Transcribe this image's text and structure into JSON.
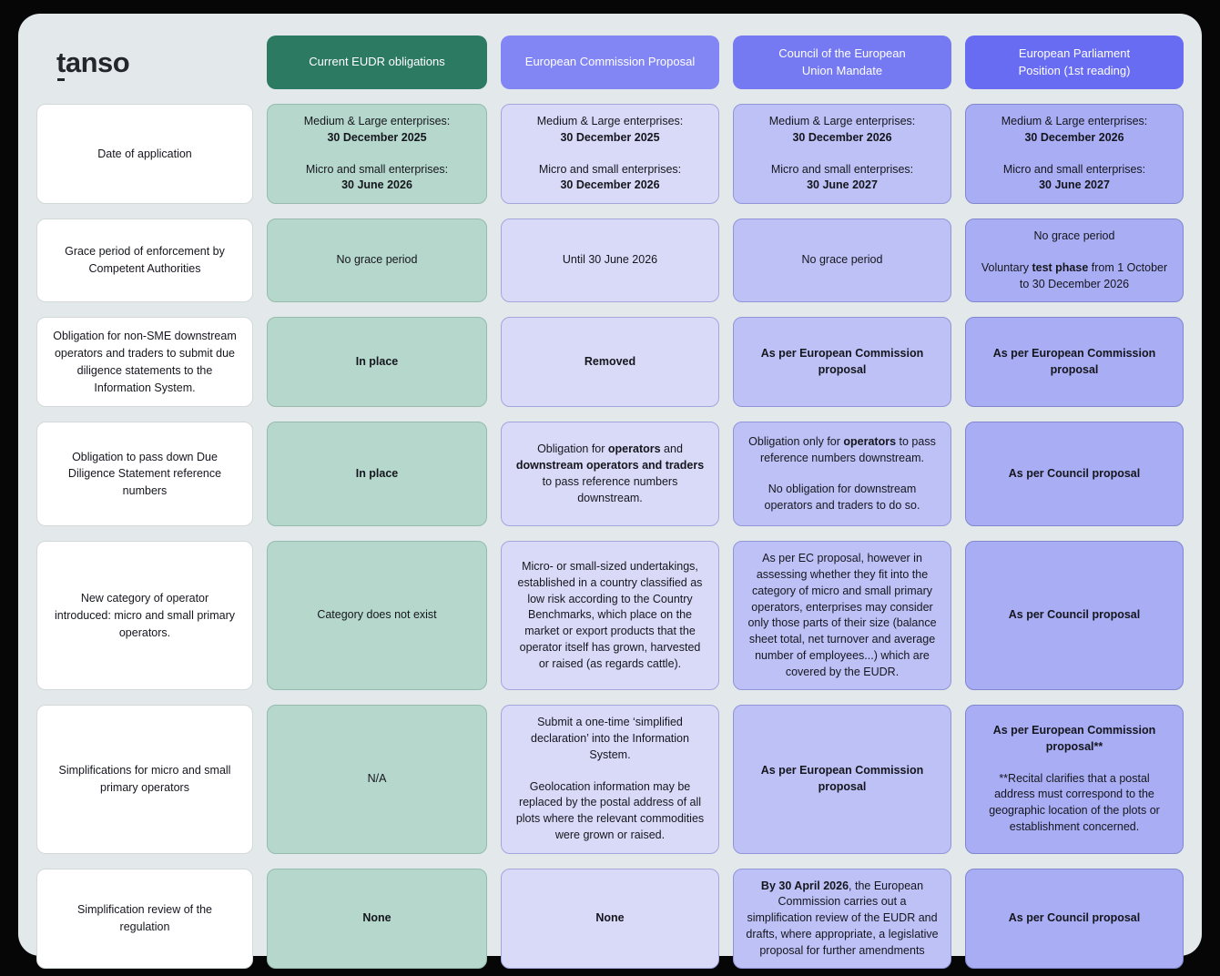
{
  "logo": {
    "text": "tanso"
  },
  "colors": {
    "page_background": "#060606",
    "card_background": "#e3e9ea",
    "text": "#15161d"
  },
  "columns": [
    {
      "id": "current-eudr",
      "label": "Current EUDR obligations",
      "header_bg": "#2d7a63",
      "cell_bg": "#b6d8cc",
      "cell_border": "#95bbac"
    },
    {
      "id": "ec-proposal",
      "label": "European Commission Proposal",
      "header_bg": "#8286f4",
      "cell_bg": "#d9daf8",
      "cell_border": "#a3a5dd"
    },
    {
      "id": "council-mandate",
      "label": "Council of the European\nUnion Mandate",
      "header_bg": "#7579f2",
      "cell_bg": "#bec1f6",
      "cell_border": "#9194d8"
    },
    {
      "id": "parliament-position",
      "label": "European Parliament\nPosition (1st reading)",
      "header_bg": "#686cf2",
      "cell_bg": "#a9adf4",
      "cell_border": "#8286cf"
    }
  ],
  "rows": [
    {
      "label": "Date of application",
      "cells": [
        {
          "blocks": [
            [
              [
                {
                  "t": "Medium & Large enterprises:"
                }
              ],
              [
                {
                  "t": "30 December 2025",
                  "b": true
                }
              ]
            ],
            [
              [
                {
                  "t": "Micro and small enterprises:"
                }
              ],
              [
                {
                  "t": "30 June 2026",
                  "b": true
                }
              ]
            ]
          ]
        },
        {
          "blocks": [
            [
              [
                {
                  "t": "Medium & Large enterprises:"
                }
              ],
              [
                {
                  "t": "30 December 2025",
                  "b": true
                }
              ]
            ],
            [
              [
                {
                  "t": "Micro and small enterprises:"
                }
              ],
              [
                {
                  "t": "30 December 2026",
                  "b": true
                }
              ]
            ]
          ]
        },
        {
          "blocks": [
            [
              [
                {
                  "t": "Medium & Large enterprises:"
                }
              ],
              [
                {
                  "t": "30 December 2026",
                  "b": true
                }
              ]
            ],
            [
              [
                {
                  "t": "Micro and small enterprises:"
                }
              ],
              [
                {
                  "t": "30 June 2027",
                  "b": true
                }
              ]
            ]
          ]
        },
        {
          "blocks": [
            [
              [
                {
                  "t": "Medium & Large enterprises:"
                }
              ],
              [
                {
                  "t": "30 December 2026",
                  "b": true
                }
              ]
            ],
            [
              [
                {
                  "t": "Micro and small enterprises:"
                }
              ],
              [
                {
                  "t": "30 June 2027",
                  "b": true
                }
              ]
            ]
          ]
        }
      ]
    },
    {
      "label": "Grace period of enforcement by Competent Authorities",
      "cells": [
        {
          "blocks": [
            [
              [
                {
                  "t": "No grace period"
                }
              ]
            ]
          ]
        },
        {
          "blocks": [
            [
              [
                {
                  "t": "Until 30 June 2026"
                }
              ]
            ]
          ]
        },
        {
          "blocks": [
            [
              [
                {
                  "t": "No grace period"
                }
              ]
            ]
          ]
        },
        {
          "blocks": [
            [
              [
                {
                  "t": "No grace period"
                }
              ]
            ],
            [
              [
                {
                  "t": "Voluntary "
                },
                {
                  "t": "test phase",
                  "b": true
                },
                {
                  "t": " from 1 October to 30 December 2026"
                }
              ]
            ]
          ]
        }
      ]
    },
    {
      "label": "Obligation for non-SME downstream operators and traders to submit due diligence statements to the Information System.",
      "cells": [
        {
          "blocks": [
            [
              [
                {
                  "t": "In place",
                  "b": true
                }
              ]
            ]
          ]
        },
        {
          "blocks": [
            [
              [
                {
                  "t": "Removed",
                  "b": true
                }
              ]
            ]
          ]
        },
        {
          "blocks": [
            [
              [
                {
                  "t": "As per European Commission proposal",
                  "b": true
                }
              ]
            ]
          ]
        },
        {
          "blocks": [
            [
              [
                {
                  "t": "As per European Commission proposal",
                  "b": true
                }
              ]
            ]
          ]
        }
      ]
    },
    {
      "label": "Obligation to pass down Due Diligence Statement reference numbers",
      "cells": [
        {
          "blocks": [
            [
              [
                {
                  "t": "In place",
                  "b": true
                }
              ]
            ]
          ]
        },
        {
          "blocks": [
            [
              [
                {
                  "t": "Obligation for "
                },
                {
                  "t": "operators",
                  "b": true
                },
                {
                  "t": " and "
                },
                {
                  "t": "downstream operators and traders",
                  "b": true
                },
                {
                  "t": " to pass reference numbers downstream."
                }
              ]
            ]
          ]
        },
        {
          "blocks": [
            [
              [
                {
                  "t": "Obligation only for "
                },
                {
                  "t": "operators",
                  "b": true
                },
                {
                  "t": " to pass reference numbers downstream."
                }
              ]
            ],
            [
              [
                {
                  "t": "No obligation for downstream operators and traders to do so."
                }
              ]
            ]
          ]
        },
        {
          "blocks": [
            [
              [
                {
                  "t": "As per Council proposal",
                  "b": true
                }
              ]
            ]
          ]
        }
      ]
    },
    {
      "label": "New category of operator introduced: micro and small primary operators.",
      "cells": [
        {
          "blocks": [
            [
              [
                {
                  "t": "Category does not exist"
                }
              ]
            ]
          ]
        },
        {
          "blocks": [
            [
              [
                {
                  "t": "Micro- or small-sized undertakings, established in a country classified as low risk according to the Country Benchmarks, which place on the market or export products that the operator itself has grown, harvested or raised (as regards cattle)."
                }
              ]
            ]
          ]
        },
        {
          "blocks": [
            [
              [
                {
                  "t": "As per EC proposal, however in assessing whether they fit into the category of micro and small primary operators, enterprises may consider only those parts of their size (balance sheet total, net turnover and average number of employees...) which are covered by the EUDR."
                }
              ]
            ]
          ]
        },
        {
          "blocks": [
            [
              [
                {
                  "t": "As per Council proposal",
                  "b": true
                }
              ]
            ]
          ]
        }
      ]
    },
    {
      "label": "Simplifications for micro and small primary operators",
      "cells": [
        {
          "blocks": [
            [
              [
                {
                  "t": "N/A"
                }
              ]
            ]
          ]
        },
        {
          "blocks": [
            [
              [
                {
                  "t": "Submit a one-time ‘simplified declaration’ into the Information System."
                }
              ]
            ],
            [
              [
                {
                  "t": "Geolocation information may be replaced by the postal address of all plots where the relevant commodities were grown or raised."
                }
              ]
            ]
          ]
        },
        {
          "blocks": [
            [
              [
                {
                  "t": "As per European Commission proposal",
                  "b": true
                }
              ]
            ]
          ]
        },
        {
          "blocks": [
            [
              [
                {
                  "t": "As per European Commission proposal**",
                  "b": true
                }
              ]
            ],
            [
              [
                {
                  "t": "**Recital clarifies that a postal address must correspond to the geographic location of the plots or establishment concerned."
                }
              ]
            ]
          ]
        }
      ]
    },
    {
      "label": "Simplification review of the regulation",
      "cells": [
        {
          "blocks": [
            [
              [
                {
                  "t": "None",
                  "b": true
                }
              ]
            ]
          ]
        },
        {
          "blocks": [
            [
              [
                {
                  "t": "None",
                  "b": true
                }
              ]
            ]
          ]
        },
        {
          "blocks": [
            [
              [
                {
                  "t": "By 30 April 2026",
                  "b": true
                },
                {
                  "t": ", the European Commission carries out a simplification review of the EUDR and drafts, where appropriate, a legislative proposal for further amendments"
                }
              ]
            ]
          ]
        },
        {
          "blocks": [
            [
              [
                {
                  "t": "As per Council proposal",
                  "b": true
                }
              ]
            ]
          ]
        }
      ]
    }
  ]
}
